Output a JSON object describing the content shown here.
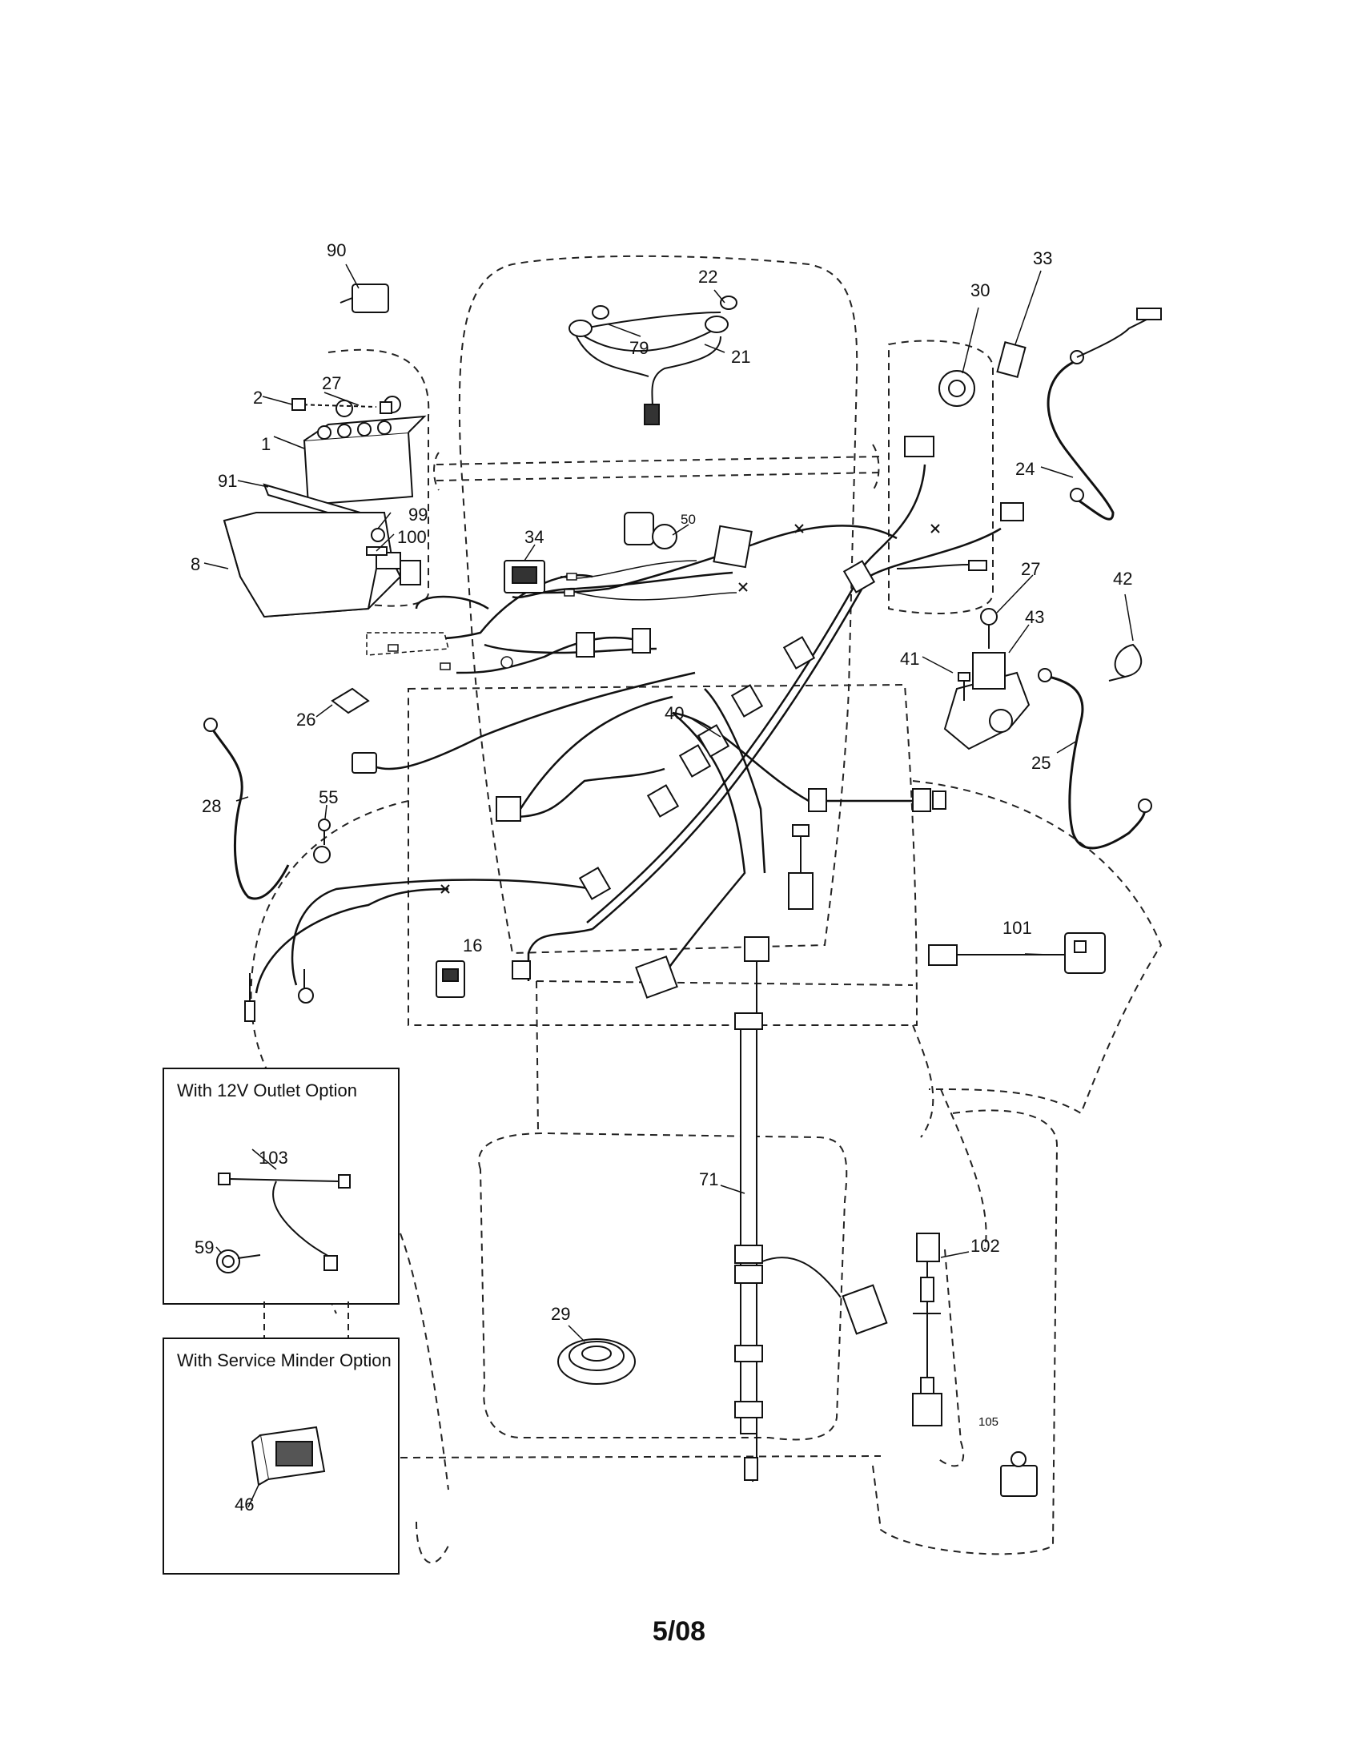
{
  "callouts": {
    "c90": "90",
    "c22": "22",
    "c79": "79",
    "c21": "21",
    "c30": "30",
    "c33": "33",
    "c2": "2",
    "c27a": "27",
    "c1": "1",
    "c91": "91",
    "c99": "99",
    "c100": "100",
    "c8": "8",
    "c34": "34",
    "c50": "50",
    "c24": "24",
    "c27b": "27",
    "c42": "42",
    "c43": "43",
    "c41": "41",
    "c25": "25",
    "c26": "26",
    "c40": "40",
    "c28": "28",
    "c55": "55",
    "c16": "16",
    "c101": "101",
    "c71": "71",
    "c102": "102",
    "c29": "29",
    "c105": "105",
    "c103": "103",
    "c59": "59",
    "c46": "46"
  },
  "options": {
    "outlet_title": "With 12V Outlet Option",
    "minder_title": "With Service Minder Option"
  },
  "footer": {
    "date_code": "5/08"
  }
}
